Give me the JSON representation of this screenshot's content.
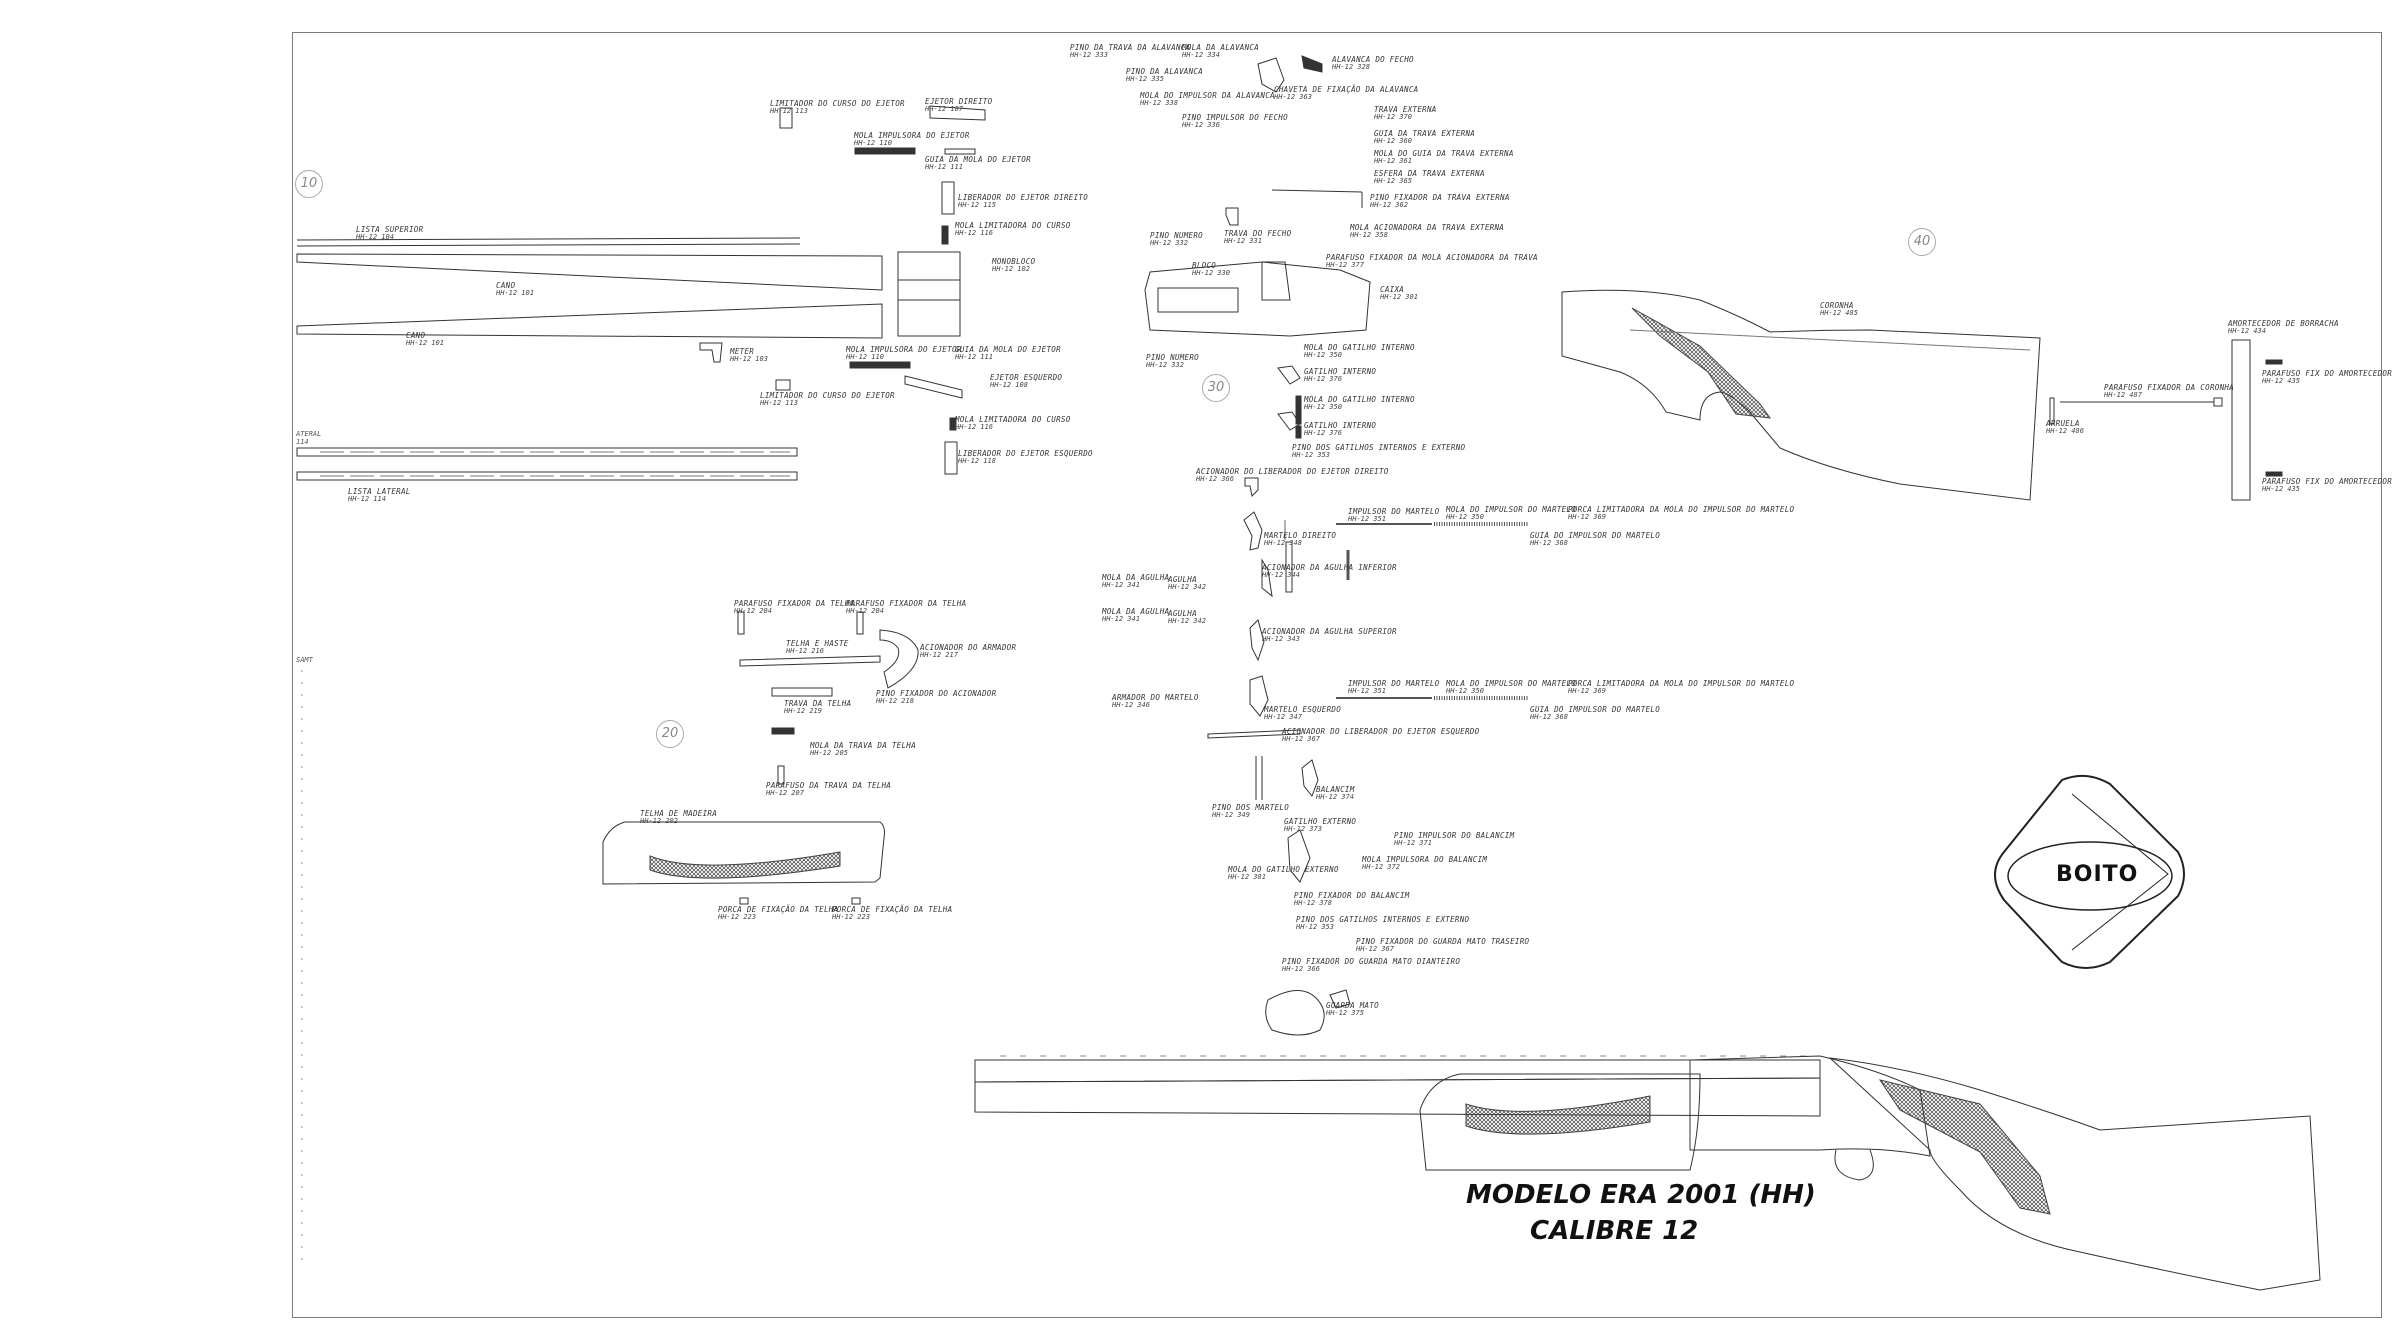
{
  "title": {
    "line1": "MODELO ERA 2001  (HH)",
    "line2": "CALIBRE 12"
  },
  "brand": {
    "name": "BOITO"
  },
  "sections": [
    "10",
    "20",
    "30",
    "40"
  ],
  "margin_fragments": {
    "lateral": "ATERAL",
    "lateral_num": "114",
    "sampl": "SAMT"
  },
  "parts": [
    {
      "id": "lista-superior",
      "text": "LISTA SUPERIOR",
      "num": "HH-12 104"
    },
    {
      "id": "cano-1",
      "text": "CANO",
      "num": "HH-12 101"
    },
    {
      "id": "cano-2",
      "text": "CANO",
      "num": "HH-12 101"
    },
    {
      "id": "lista-lateral",
      "text": "LISTA LATERAL",
      "num": "HH-12 114"
    },
    {
      "id": "limitador-curso-ejetor",
      "text": "LIMITADOR DO CURSO DO EJETOR",
      "num": "HH-12 113"
    },
    {
      "id": "ejetor-direito",
      "text": "EJETOR DIREITO",
      "num": "HH-12 107"
    },
    {
      "id": "mola-impulsora-ejetor",
      "text": "MOLA IMPULSORA DO EJETOR",
      "num": "HH-12 110"
    },
    {
      "id": "guia-mola-ejetor",
      "text": "GUIA DA MOLA DO EJETOR",
      "num": "HH-12 111"
    },
    {
      "id": "liberador-ejetor-direito",
      "text": "LIBERADOR DO EJETOR DIREITO",
      "num": "HH-12 115"
    },
    {
      "id": "mola-limitadora-curso",
      "text": "MOLA LIMITADORA DO CURSO",
      "num": "HH-12 116"
    },
    {
      "id": "monobloco",
      "text": "MONOBLOCO",
      "num": "HH-12 102"
    },
    {
      "id": "meter",
      "text": "METER",
      "num": "HH-12 103"
    },
    {
      "id": "mola-impulsora-ejetor-2",
      "text": "MOLA IMPULSORA DO EJETOR",
      "num": "HH-12 110"
    },
    {
      "id": "guia-mola-ejetor-2",
      "text": "GUIA DA MOLA DO EJETOR",
      "num": "HH-12 111"
    },
    {
      "id": "ejetor-esquerdo",
      "text": "EJETOR ESQUERDO",
      "num": "HH-12 108"
    },
    {
      "id": "limitador-curso-ejetor-2",
      "text": "LIMITADOR DO CURSO DO EJETOR",
      "num": "HH-12 113"
    },
    {
      "id": "mola-limitadora-curso-2",
      "text": "MOLA LIMITADORA DO CURSO",
      "num": "HH-12 116"
    },
    {
      "id": "liberador-ejetor-esquerdo",
      "text": "LIBERADOR DO EJETOR ESQUERDO",
      "num": "HH-12 118"
    },
    {
      "id": "pino-trava-alavanca",
      "text": "PINO DA TRAVA DA ALAVANCA",
      "num": "HH-12 333"
    },
    {
      "id": "mola-alavanca",
      "text": "MOLA DA ALAVANCA",
      "num": "HH-12 334"
    },
    {
      "id": "pino-alavanca",
      "text": "PINO DA ALAVANCA",
      "num": "HH-12 335"
    },
    {
      "id": "alavanca-fecho",
      "text": "ALAVANCA DO FECHO",
      "num": "HH-12 328"
    },
    {
      "id": "chaveta-fixacao-alavanca",
      "text": "CHAVETA DE FIXAÇÃO DA ALAVANCA",
      "num": "HH-12 363"
    },
    {
      "id": "mola-impulsor-alavanca",
      "text": "MOLA DO IMPULSOR DA ALAVANCA",
      "num": "HH-12 338"
    },
    {
      "id": "pino-impulsor-fecho",
      "text": "PINO IMPULSOR DO FECHO",
      "num": "HH-12 336"
    },
    {
      "id": "trava-externa",
      "text": "TRAVA EXTERNA",
      "num": "HH-12 370"
    },
    {
      "id": "guia-trava-externa",
      "text": "GUIA DA TRAVA EXTERNA",
      "num": "HH-12 360"
    },
    {
      "id": "mola-guia-trava",
      "text": "MOLA DO GUIA DA TRAVA EXTERNA",
      "num": "HH-12 361"
    },
    {
      "id": "esfera-trava-externa",
      "text": "ESFERA DA TRAVA EXTERNA",
      "num": "HH-12 365"
    },
    {
      "id": "pino-fixador-trava-externa",
      "text": "PINO FIXADOR DA TRAVA EXTERNA",
      "num": "HH-12 362"
    },
    {
      "id": "mola-acionadora-trava",
      "text": "MOLA ACIONADORA DA TRAVA EXTERNA",
      "num": "HH-12 358"
    },
    {
      "id": "pino-numero",
      "text": "PINO NUMERO",
      "num": "HH-12 332"
    },
    {
      "id": "trava-fecho",
      "text": "TRAVA DO FECHO",
      "num": "HH-12 331"
    },
    {
      "id": "parafuso-fixador-mola-trava",
      "text": "PARAFUSO FIXADOR DA MOLA ACIONADORA DA TRAVA",
      "num": "HH-12 377"
    },
    {
      "id": "bloco",
      "text": "BLOCO",
      "num": "HH-12 330"
    },
    {
      "id": "caixa",
      "text": "CAIXA",
      "num": "HH-12 301"
    },
    {
      "id": "pino-numero-2",
      "text": "PINO NUMERO",
      "num": "HH-12 332"
    },
    {
      "id": "mola-gatilho-interno-1",
      "text": "MOLA DO GATILHO INTERNO",
      "num": "HH-12 350"
    },
    {
      "id": "gatilho-interno-1",
      "text": "GATILHO INTERNO",
      "num": "HH-12 376"
    },
    {
      "id": "mola-gatilho-interno-2",
      "text": "MOLA DO GATILHO INTERNO",
      "num": "HH-12 350"
    },
    {
      "id": "gatilho-interno-2",
      "text": "GATILHO INTERNO",
      "num": "HH-12 376"
    },
    {
      "id": "pino-gatilhos",
      "text": "PINO DOS GATILHOS INTERNOS E EXTERNO",
      "num": "HH-12 353"
    },
    {
      "id": "acionador-liberador-direito",
      "text": "ACIONADOR DO LIBERADOR DO EJETOR DIREITO",
      "num": "HH-12 366"
    },
    {
      "id": "impulsor-martelo-1",
      "text": "IMPULSOR DO MARTELO",
      "num": "HH-12 351"
    },
    {
      "id": "mola-impulsor-martelo-1",
      "text": "MOLA DO IMPULSOR DO MARTELO",
      "num": "HH-12 350"
    },
    {
      "id": "porca-limitadora-1",
      "text": "PORCA LIMITADORA DA MOLA DO IMPULSOR DO MARTELO",
      "num": "HH-12 369"
    },
    {
      "id": "guia-impulsor-martelo-1",
      "text": "GUIA DO IMPULSOR DO MARTELO",
      "num": "HH-12 368"
    },
    {
      "id": "martelo-direito",
      "text": "MARTELO DIREITO",
      "num": "HH-12 348"
    },
    {
      "id": "mola-agulha-1",
      "text": "MOLA DA AGULHA",
      "num": "HH-12 341"
    },
    {
      "id": "agulha-1",
      "text": "AGULHA",
      "num": "HH-12 342"
    },
    {
      "id": "acionador-agulha-inferior",
      "text": "ACIONADOR DA AGULHA INFERIOR",
      "num": "HH-12 344"
    },
    {
      "id": "mola-agulha-2",
      "text": "MOLA DA AGULHA",
      "num": "HH-12 341"
    },
    {
      "id": "agulha-2",
      "text": "AGULHA",
      "num": "HH-12 342"
    },
    {
      "id": "acionador-agulha-superior",
      "text": "ACIONADOR DA AGULHA SUPERIOR",
      "num": "HH-12 343"
    },
    {
      "id": "impulsor-martelo-2",
      "text": "IMPULSOR DO MARTELO",
      "num": "HH-12 351"
    },
    {
      "id": "mola-impulsor-martelo-2",
      "text": "MOLA DO IMPULSOR DO MARTELO",
      "num": "HH-12 350"
    },
    {
      "id": "porca-limitadora-2",
      "text": "PORCA LIMITADORA DA MOLA DO IMPULSOR DO MARTELO",
      "num": "HH-12 369"
    },
    {
      "id": "guia-impulsor-martelo-2",
      "text": "GUIA DO IMPULSOR DO MARTELO",
      "num": "HH-12 368"
    },
    {
      "id": "armador-martelo",
      "text": "ARMADOR DO MARTELO",
      "num": "HH-12 346"
    },
    {
      "id": "martelo-esquerdo",
      "text": "MARTELO ESQUERDO",
      "num": "HH-12 347"
    },
    {
      "id": "acionador-liberador-esquerdo",
      "text": "ACIONADOR DO LIBERADOR DO EJETOR ESQUERDO",
      "num": "HH-12 367"
    },
    {
      "id": "pino-martelo",
      "text": "PINO DOS MARTELO",
      "num": "HH-12 349"
    },
    {
      "id": "balancim",
      "text": "BALANCIM",
      "num": "HH-12 374"
    },
    {
      "id": "gatilho-externo",
      "text": "GATILHO EXTERNO",
      "num": "HH-12 373"
    },
    {
      "id": "pino-impulsor-balancim",
      "text": "PINO IMPULSOR DO BALANCIM",
      "num": "HH-12 371"
    },
    {
      "id": "mola-impulsora-balancim",
      "text": "MOLA IMPULSORA DO BALANCIM",
      "num": "HH-12 372"
    },
    {
      "id": "mola-gatilho-externo",
      "text": "MOLA DO GATILHO EXTERNO",
      "num": "HH-12 381"
    },
    {
      "id": "pino-fixador-balancim",
      "text": "PINO FIXADOR DO BALANCIM",
      "num": "HH-12 378"
    },
    {
      "id": "pino-gatilhos-2",
      "text": "PINO DOS GATILHOS INTERNOS E EXTERNO",
      "num": "HH-12 353"
    },
    {
      "id": "pino-guarda-mato-traseiro",
      "text": "PINO FIXADOR DO GUARDA MATO TRASEIRO",
      "num": "HH-12 367"
    },
    {
      "id": "pino-guarda-mato-dianteiro",
      "text": "PINO FIXADOR DO GUARDA MATO DIANTEIRO",
      "num": "HH-12 366"
    },
    {
      "id": "guarda-mato",
      "text": "GUARDA MATO",
      "num": "HH-12 375"
    },
    {
      "id": "parafuso-fixador-telha-1",
      "text": "PARAFUSO FIXADOR DA TELHA",
      "num": "HH-12 204"
    },
    {
      "id": "parafuso-fixador-telha-2",
      "text": "PARAFUSO FIXADOR DA TELHA",
      "num": "HH-12 204"
    },
    {
      "id": "telha-haste",
      "text": "TELHA E HASTE",
      "num": "HH-12 216"
    },
    {
      "id": "acionador-armador",
      "text": "ACIONADOR DO ARMADOR",
      "num": "HH-12 217"
    },
    {
      "id": "trava-telha",
      "text": "TRAVA DA TELHA",
      "num": "HH-12 219"
    },
    {
      "id": "pino-fixador-acionador",
      "text": "PINO FIXADOR DO ACIONADOR",
      "num": "HH-12 218"
    },
    {
      "id": "mola-trava-telha",
      "text": "MOLA DA TRAVA DA TELHA",
      "num": "HH-12 205"
    },
    {
      "id": "parafuso-trava-telha",
      "text": "PARAFUSO DA TRAVA DA TELHA",
      "num": "HH-12 207"
    },
    {
      "id": "telha-madeira",
      "text": "TELHA DE MADEIRA",
      "num": "HH-12 202"
    },
    {
      "id": "porca-fixacao-telha-1",
      "text": "PORCA DE FIXAÇÃO DA TELHA",
      "num": "HH-12 223"
    },
    {
      "id": "porca-fixacao-telha-2",
      "text": "PORCA DE FIXAÇÃO DA TELHA",
      "num": "HH-12 223"
    },
    {
      "id": "coronha",
      "text": "CORONHA",
      "num": "HH-12 485"
    },
    {
      "id": "amortecedor-borracha",
      "text": "AMORTECEDOR DE BORRACHA",
      "num": "HH-12 434"
    },
    {
      "id": "parafuso-fix-amortecedor-1",
      "text": "PARAFUSO FIX DO AMORTECEDOR",
      "num": "HH-12 435"
    },
    {
      "id": "parafuso-fixador-coronha",
      "text": "PARAFUSO FIXADOR DA CORONHA",
      "num": "HH-12 487"
    },
    {
      "id": "arruela",
      "text": "ARRUELA",
      "num": "HH-12 486"
    },
    {
      "id": "parafuso-fix-amortecedor-2",
      "text": "PARAFUSO FIX DO AMORTECEDOR",
      "num": "HH-12 435"
    }
  ]
}
